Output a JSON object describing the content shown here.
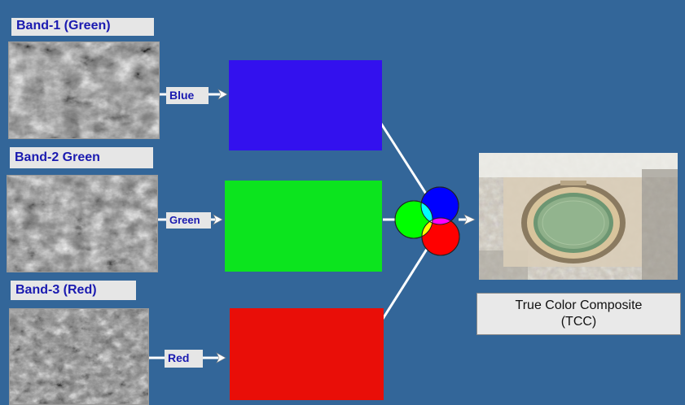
{
  "bands": [
    {
      "title": "Band-1 (Green)",
      "channel_label": "Blue",
      "channel_color": "#3311ee"
    },
    {
      "title": "Band-2 Green",
      "channel_label": "Green",
      "channel_color": "#0ce41e"
    },
    {
      "title": "Band-3 (Red)",
      "channel_label": "Red",
      "channel_color": "#e90e08"
    }
  ],
  "composite": {
    "label": "True Color Composite\n(TCC)"
  },
  "colors": {
    "background": "#336699",
    "label_text": "#1a1ab0",
    "label_bg": "#e6e6e6",
    "connector": "#ffffff"
  }
}
